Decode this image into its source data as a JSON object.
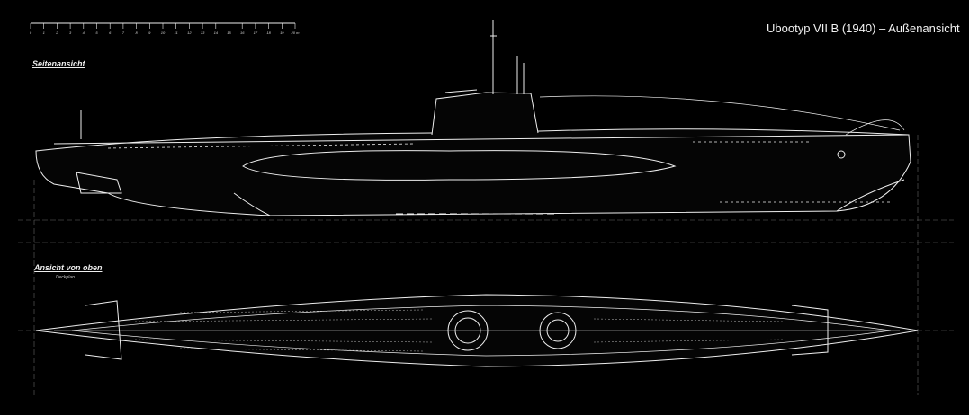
{
  "title": "Ubootyp VII B (1940) – Außenansicht",
  "scale": {
    "labels": [
      "0",
      "1",
      "2",
      "3",
      "4",
      "5",
      "6",
      "7",
      "8",
      "9",
      "10",
      "11",
      "12",
      "13",
      "14",
      "15",
      "16",
      "17",
      "18",
      "19",
      "20 m"
    ]
  },
  "side_view": {
    "label": "Seitenansicht"
  },
  "top_view": {
    "label": "Ansicht von oben",
    "sublabel": "Deckplan"
  }
}
